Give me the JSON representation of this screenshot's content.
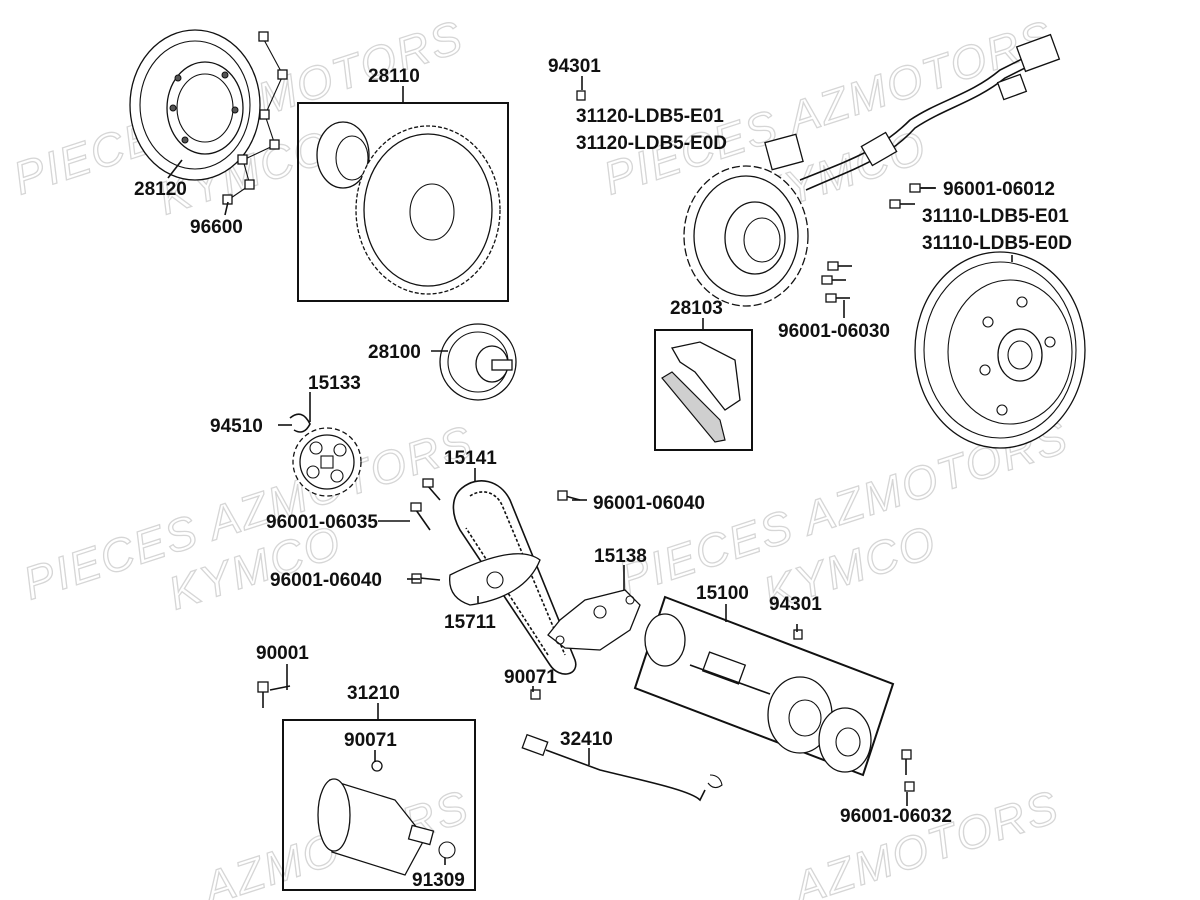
{
  "watermarks": [
    "PIECES AZMOTORS",
    "KYMCO",
    "PIECES AZMOTORS",
    "KYMCO",
    "PIECES AZMOTORS",
    "KYMCO",
    "PIECES AZMOTORS",
    "KYMCO",
    "AZMOTORS",
    "AZMOTORS"
  ],
  "parts": {
    "p28110": "28110",
    "p28120": "28120",
    "p96600": "96600",
    "p94301a": "94301",
    "p31120a": "31120-LDB5-E01",
    "p31120b": "31120-LDB5-E0D",
    "p96001_06012": "96001-06012",
    "p31110a": "31110-LDB5-E01",
    "p31110b": "31110-LDB5-E0D",
    "p28103": "28103",
    "p96001_06030": "96001-06030",
    "p28100": "28100",
    "p15133": "15133",
    "p94510": "94510",
    "p15141": "15141",
    "p96001_06040a": "96001-06040",
    "p96001_06035": "96001-06035",
    "p96001_06040b": "96001-06040",
    "p15138": "15138",
    "p15711": "15711",
    "p15100": "15100",
    "p94301b": "94301",
    "p90001": "90001",
    "p90071a": "90071",
    "p31210": "31210",
    "p90071b": "90071",
    "p32410": "32410",
    "p91309": "91309",
    "p96001_06032": "96001-06032"
  }
}
